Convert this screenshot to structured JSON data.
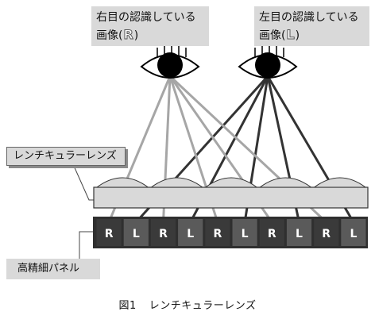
{
  "captions": {
    "right_eye_line1": "右目の認識している",
    "right_eye_line2_prefix": "画像(",
    "right_eye_letter": "R",
    "right_eye_line2_suffix": ")",
    "left_eye_line1": "左目の認識している",
    "left_eye_line2_prefix": "画像(",
    "left_eye_letter": "L",
    "left_eye_line2_suffix": ")"
  },
  "labels": {
    "lens": "レンチキュラーレンズ",
    "panel": "高精細パネル"
  },
  "panel_pixels": [
    "R",
    "L",
    "R",
    "L",
    "R",
    "L",
    "R",
    "L",
    "R",
    "L"
  ],
  "figure_caption": {
    "number": "図1",
    "title": "レンチキュラーレンズ"
  },
  "colors": {
    "label_bg": "#d9d9d9",
    "right_rays": "#a6a6a6",
    "left_rays": "#333333",
    "pixel_R": "#3a3a3a",
    "pixel_L": "#5a5a5a",
    "lens_fill": "#d9d9d9"
  }
}
